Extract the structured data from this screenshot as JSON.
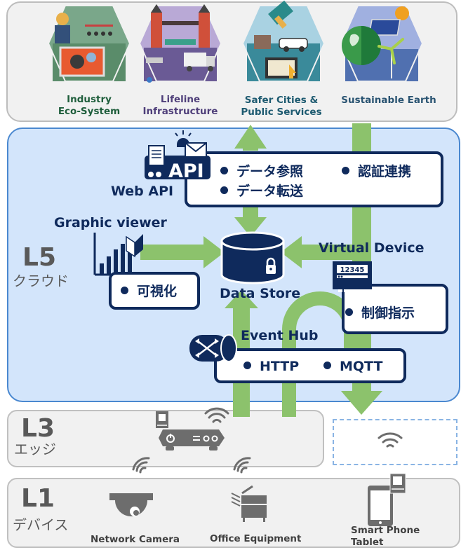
{
  "domains": [
    {
      "name": "industry-eco-system",
      "label_line1": "Industry",
      "label_line2": "Eco-System",
      "color": "#1f5e3c"
    },
    {
      "name": "lifeline-infrastructure",
      "label_line1": "Lifeline",
      "label_line2": "Infrastructure",
      "color": "#4f3f7a"
    },
    {
      "name": "safer-cities-public-services",
      "label_line1": "Safer Cities &",
      "label_line2": "Public Services",
      "color": "#1d5a70"
    },
    {
      "name": "sustainable-earth",
      "label_line1": "Sustainable Earth",
      "label_line2": "",
      "color": "#2a5472"
    }
  ],
  "layers": {
    "l5": {
      "num": "L5",
      "name": "クラウド"
    },
    "l3": {
      "num": "L3",
      "name": "エッジ"
    },
    "l1": {
      "num": "L1",
      "name": "デバイス"
    }
  },
  "cloud": {
    "web_api": {
      "icon_text": "API",
      "title": "Web API",
      "items": [
        "データ参照",
        "データ転送",
        "認証連携"
      ]
    },
    "graphic_viewer": {
      "title": "Graphic viewer",
      "items": [
        "可視化"
      ]
    },
    "data_store": {
      "title": "Data Store"
    },
    "virtual_device": {
      "title": "Virtual Device",
      "meter_text": "12345",
      "items": [
        "制御指示"
      ]
    },
    "event_hub": {
      "title": "Event Hub",
      "items": [
        "HTTP",
        "MQTT"
      ]
    }
  },
  "devices": [
    {
      "name": "network-camera",
      "label": "Network Camera"
    },
    {
      "name": "office-equipment",
      "label": "Office Equipment"
    },
    {
      "name": "smart-phone-tablet",
      "label_line1": "Smart Phone",
      "label_line2": "Tablet"
    }
  ],
  "colors": {
    "navy": "#0f2a5c",
    "arrow_green": "#8cc26c",
    "cloud_bg": "#d3e5fb",
    "cloud_border": "#4a88d0",
    "gray_panel": "#f1f1f1",
    "device_gray": "#6d6d6d"
  }
}
